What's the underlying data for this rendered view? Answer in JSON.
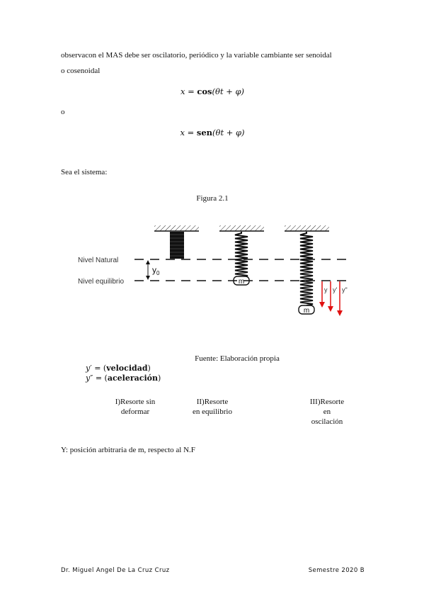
{
  "intro_line1": "observacon el MAS debe ser oscilatorio, periódico y la variable cambiante ser senoidal",
  "intro_line2": "o cosenoidal",
  "eq1": {
    "lhs": "x = ",
    "fn": "cos",
    "arg": "(θt + φ)"
  },
  "or_word": "o",
  "eq2": {
    "lhs": "x = ",
    "fn": "sen",
    "arg": "(θt + φ)"
  },
  "system_label": "Sea el sistema:",
  "figure": {
    "caption": "Figura 2.1",
    "nivel_natural": "Nivel Natural",
    "nivel_equilibrio": "Nivel equilibrio",
    "y0_label": "y",
    "y0_sub": "0",
    "mass_label": "m",
    "arrow_labels": [
      "y",
      "y'",
      "y\""
    ],
    "arrow_color": "#e01010",
    "source": "Fuente: Elaboración propia"
  },
  "derivatives": [
    {
      "symbol": "y′",
      "text": " = (",
      "bold": "velocidad",
      "close": ")"
    },
    {
      "symbol": "y″",
      "text": " =  (",
      "bold": "aceleración",
      "close": ")"
    }
  ],
  "states": [
    {
      "line1": "I)Resorte sin",
      "line2": "deformar"
    },
    {
      "line1": "II)Resorte",
      "line2": "en equilibrio"
    },
    {
      "line1": "III)Resorte",
      "line2": "en",
      "line3": "oscilación"
    }
  ],
  "definition": "Y: posición arbitraria de m, respecto al N.F",
  "footer": {
    "author": "Dr. Miguel Angel De La Cruz Cruz",
    "semester": "Semestre 2020 B"
  }
}
